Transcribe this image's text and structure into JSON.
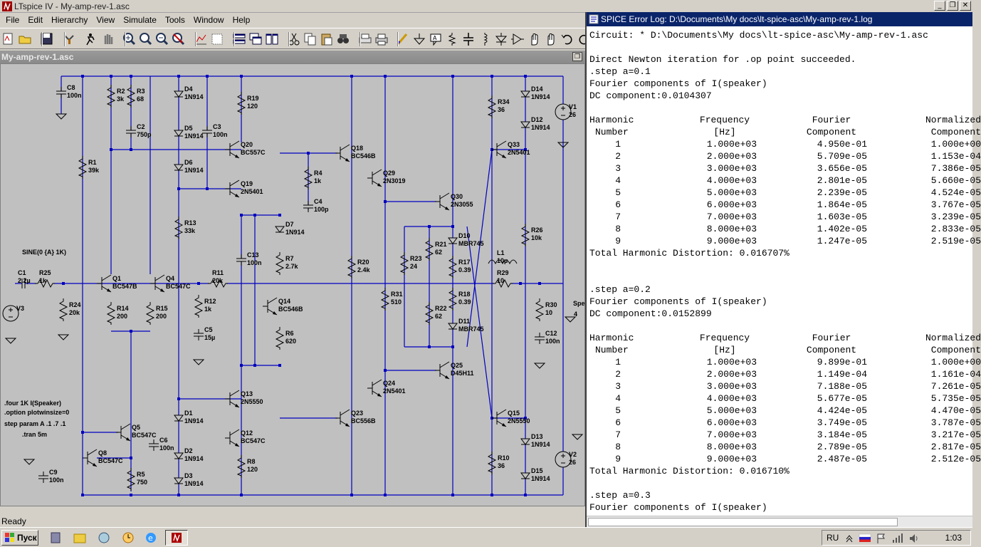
{
  "window": {
    "title": "LTspice IV - My-amp-rev-1.asc"
  },
  "menu": [
    "File",
    "Edit",
    "Hierarchy",
    "View",
    "Simulate",
    "Tools",
    "Window",
    "Help"
  ],
  "toolbar_icons": [
    "new-schematic-icon",
    "open-icon",
    "save-icon",
    "control-panel-icon",
    "run-icon",
    "halt-icon",
    "zoom-in-icon",
    "zoom-pan-icon",
    "zoom-out-icon",
    "zoom-fit-icon",
    "autorange-icon",
    "delete-icon",
    "tile-horizontal-icon",
    "cascade-icon",
    "tile-vertical-icon",
    "cut-icon",
    "copy-icon",
    "paste-icon",
    "find-icon",
    "print-setup-icon",
    "print-icon",
    "wire-icon",
    "ground-icon",
    "label-icon",
    "resistor-icon",
    "capacitor-icon",
    "inductor-icon",
    "diode-icon",
    "component-icon",
    "move-icon",
    "drag-icon",
    "undo-icon",
    "redo-icon"
  ],
  "schematic": {
    "tab_title": "My-amp-rev-1.asc",
    "parts": [
      {
        "ref": "C8",
        "val": "100n"
      },
      {
        "ref": "R2",
        "val": "3k"
      },
      {
        "ref": "R3",
        "val": "68"
      },
      {
        "ref": "C2",
        "val": "750p"
      },
      {
        "ref": "D4",
        "val": "1N914"
      },
      {
        "ref": "D5",
        "val": "1N914"
      },
      {
        "ref": "D6",
        "val": "1N914"
      },
      {
        "ref": "C3",
        "val": "100n"
      },
      {
        "ref": "R19",
        "val": "120"
      },
      {
        "ref": "Q20",
        "val": "BC557C"
      },
      {
        "ref": "Q19",
        "val": "2N5401"
      },
      {
        "ref": "R1",
        "val": "39k"
      },
      {
        "ref": "R13",
        "val": "33k"
      },
      {
        "ref": "Q18",
        "val": "BC546B"
      },
      {
        "ref": "R4",
        "val": "1k"
      },
      {
        "ref": "C4",
        "val": "100p"
      },
      {
        "ref": "Q29",
        "val": "2N3019"
      },
      {
        "ref": "Q30",
        "val": "2N3055"
      },
      {
        "ref": "R34",
        "val": "36"
      },
      {
        "ref": "Q33",
        "val": "2N5401"
      },
      {
        "ref": "D14",
        "val": "1N914"
      },
      {
        "ref": "D12",
        "val": "1N914"
      },
      {
        "ref": "V1",
        "val": "26"
      },
      {
        "ref": "R26",
        "val": "10k"
      },
      {
        "ref": "D7",
        "val": "1N914"
      },
      {
        "ref": "R7",
        "val": "2.7k"
      },
      {
        "ref": "C13",
        "val": "100n"
      },
      {
        "ref": "R20",
        "val": "2.4k"
      },
      {
        "ref": "D10",
        "val": "MBR745"
      },
      {
        "ref": "R21",
        "val": "62"
      },
      {
        "ref": "R23",
        "val": "24"
      },
      {
        "ref": "R17",
        "val": "0.39"
      },
      {
        "ref": "L1",
        "val": "10µ"
      },
      {
        "ref": "R29",
        "val": "10"
      },
      {
        "ref": "C1",
        "val": "2.2µ"
      },
      {
        "ref": "R25",
        "val": "1k"
      },
      {
        "ref": "Q1",
        "val": "BC547B"
      },
      {
        "ref": "Q4",
        "val": "BC547C"
      },
      {
        "ref": "R11",
        "val": "20k"
      },
      {
        "ref": "R24",
        "val": "20k"
      },
      {
        "ref": "R14",
        "val": "200"
      },
      {
        "ref": "R15",
        "val": "200"
      },
      {
        "ref": "R12",
        "val": "1k"
      },
      {
        "ref": "C5",
        "val": "15µ"
      },
      {
        "ref": "Q14",
        "val": "BC546B"
      },
      {
        "ref": "R6",
        "val": "620"
      },
      {
        "ref": "R31",
        "val": "510"
      },
      {
        "ref": "R22",
        "val": "62"
      },
      {
        "ref": "R18",
        "val": "0.39"
      },
      {
        "ref": "D11",
        "val": "MBR745"
      },
      {
        "ref": "R30",
        "val": "10"
      },
      {
        "ref": "C12",
        "val": "100n"
      },
      {
        "ref": "Q25",
        "val": "D45H11"
      },
      {
        "ref": "Q13",
        "val": "2N5550"
      },
      {
        "ref": "Q24",
        "val": "2N5401"
      },
      {
        "ref": "Q23",
        "val": "BC556B"
      },
      {
        "ref": "Q15",
        "val": "2N5550"
      },
      {
        "ref": "D1",
        "val": "1N914"
      },
      {
        "ref": "Q5",
        "val": "BC547C"
      },
      {
        "ref": "C6",
        "val": "100n"
      },
      {
        "ref": "Q12",
        "val": "BC547C"
      },
      {
        "ref": "Q8",
        "val": "BC547C"
      },
      {
        "ref": "D2",
        "val": "1N914"
      },
      {
        "ref": "D3",
        "val": "1N914"
      },
      {
        "ref": "R8",
        "val": "120"
      },
      {
        "ref": "R5",
        "val": "750"
      },
      {
        "ref": "C9",
        "val": "100n"
      },
      {
        "ref": "D13",
        "val": "1N914"
      },
      {
        "ref": "V2",
        "val": "26"
      },
      {
        "ref": "R10",
        "val": "36"
      },
      {
        "ref": "D15",
        "val": "1N914"
      },
      {
        "ref": "V3",
        "val": ""
      }
    ],
    "source_label": "SINE(0 {A} 1K)",
    "speaker_label": "Spe",
    "speaker_value": "4",
    "directives": [
      ".four 1K I(Speaker)",
      ".option plotwinsize=0",
      "step param A .1 .7 .1",
      ".tran 5m"
    ]
  },
  "status": "Ready",
  "error_log": {
    "title": "SPICE Error Log: D:\\Documents\\My docs\\lt-spice-asc\\My-amp-rev-1.log",
    "circuit": "Circuit: * D:\\Documents\\My docs\\lt-spice-asc\\My-amp-rev-1.asc",
    "newton": "Direct Newton iteration for .op point succeeded.",
    "header1": [
      "Harmonic",
      "Frequency",
      "Fourier",
      "Normalized"
    ],
    "header2": [
      "Number",
      "[Hz]",
      "Component",
      "Component"
    ],
    "fourier_of": "Fourier components of I(speaker)",
    "steps": [
      {
        "step": ".step a=0.1",
        "dc": "DC component:0.0104307",
        "rows": [
          [
            "1",
            "1.000e+03",
            "4.950e-01",
            "1.000e+00"
          ],
          [
            "2",
            "2.000e+03",
            "5.709e-05",
            "1.153e-04"
          ],
          [
            "3",
            "3.000e+03",
            "3.656e-05",
            "7.386e-05"
          ],
          [
            "4",
            "4.000e+03",
            "2.801e-05",
            "5.660e-05"
          ],
          [
            "5",
            "5.000e+03",
            "2.239e-05",
            "4.524e-05"
          ],
          [
            "6",
            "6.000e+03",
            "1.864e-05",
            "3.767e-05"
          ],
          [
            "7",
            "7.000e+03",
            "1.603e-05",
            "3.239e-05"
          ],
          [
            "8",
            "8.000e+03",
            "1.402e-05",
            "2.833e-05"
          ],
          [
            "9",
            "9.000e+03",
            "1.247e-05",
            "2.519e-05"
          ]
        ],
        "thd": "Total Harmonic Distortion: 0.016707%"
      },
      {
        "step": ".step a=0.2",
        "dc": "DC component:0.0152899",
        "rows": [
          [
            "1",
            "1.000e+03",
            "9.899e-01",
            "1.000e+00"
          ],
          [
            "2",
            "2.000e+03",
            "1.149e-04",
            "1.161e-04"
          ],
          [
            "3",
            "3.000e+03",
            "7.188e-05",
            "7.261e-05"
          ],
          [
            "4",
            "4.000e+03",
            "5.677e-05",
            "5.735e-05"
          ],
          [
            "5",
            "5.000e+03",
            "4.424e-05",
            "4.470e-05"
          ],
          [
            "6",
            "6.000e+03",
            "3.749e-05",
            "3.787e-05"
          ],
          [
            "7",
            "7.000e+03",
            "3.184e-05",
            "3.217e-05"
          ],
          [
            "8",
            "8.000e+03",
            "2.789e-05",
            "2.817e-05"
          ],
          [
            "9",
            "9.000e+03",
            "2.487e-05",
            "2.512e-05"
          ]
        ],
        "thd": "Total Harmonic Distortion: 0.016710%"
      }
    ],
    "step3": ".step a=0.3",
    "tail": "Fourier components of I(speaker)"
  },
  "taskbar": {
    "start": "Пуск",
    "lang": "RU",
    "clock": "1:03"
  },
  "colors": {
    "wire": "#0000c0",
    "title_active": "#0a246a",
    "schematic_bg": "#c0c0c0"
  }
}
